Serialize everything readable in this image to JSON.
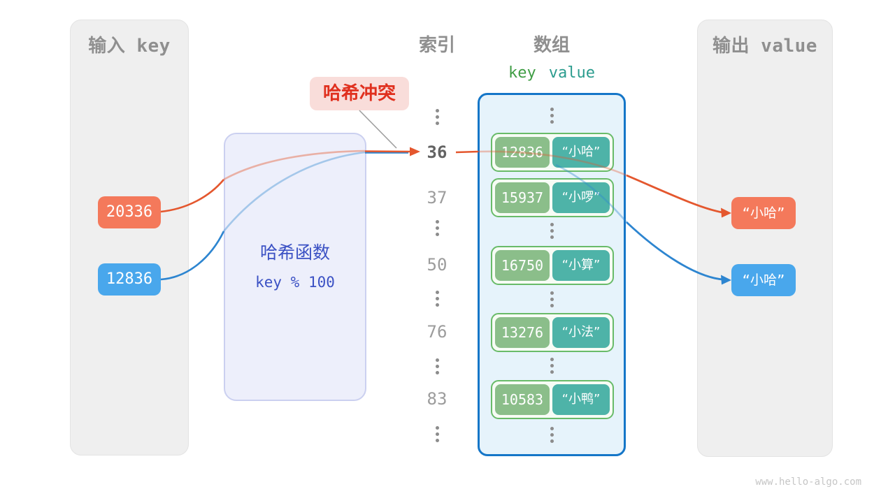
{
  "input_panel": {
    "title": "输入 key",
    "keys": [
      {
        "value": "20336",
        "color": "orange"
      },
      {
        "value": "12836",
        "color": "blue"
      }
    ]
  },
  "output_panel": {
    "title": "输出 value",
    "values": [
      {
        "value": "“小哈”",
        "color": "orange"
      },
      {
        "value": "“小哈”",
        "color": "blue"
      }
    ]
  },
  "hash_function": {
    "name": "哈希函数",
    "formula": "key % 100"
  },
  "collision_badge": {
    "label": "哈希冲突"
  },
  "index_column": {
    "title": "索引",
    "values": [
      "36",
      "37",
      "50",
      "76",
      "83"
    ],
    "highlighted_value": "36"
  },
  "array_panel": {
    "title": "数组",
    "key_header": "key",
    "value_header": "value",
    "pairs": [
      {
        "key": "12836",
        "value": "“小哈”"
      },
      {
        "key": "15937",
        "value": "“小啰”"
      },
      {
        "key": "16750",
        "value": "“小算”"
      },
      {
        "key": "13276",
        "value": "“小法”"
      },
      {
        "key": "10583",
        "value": "“小鸭”"
      }
    ]
  },
  "footer": {
    "site": "www.hello-algo.com"
  },
  "colors": {
    "orange_box": "#f4795b",
    "blue_box": "#49a7ec",
    "orange_line": "#e4572e",
    "blue_line": "#2d85d0",
    "key_green": "#8bbe8a",
    "value_teal": "#4eb3a8",
    "pair_border": "#69bb69",
    "array_border": "#1576c8",
    "hash_text": "#3b51c4",
    "collision_red": "#e0301e"
  }
}
